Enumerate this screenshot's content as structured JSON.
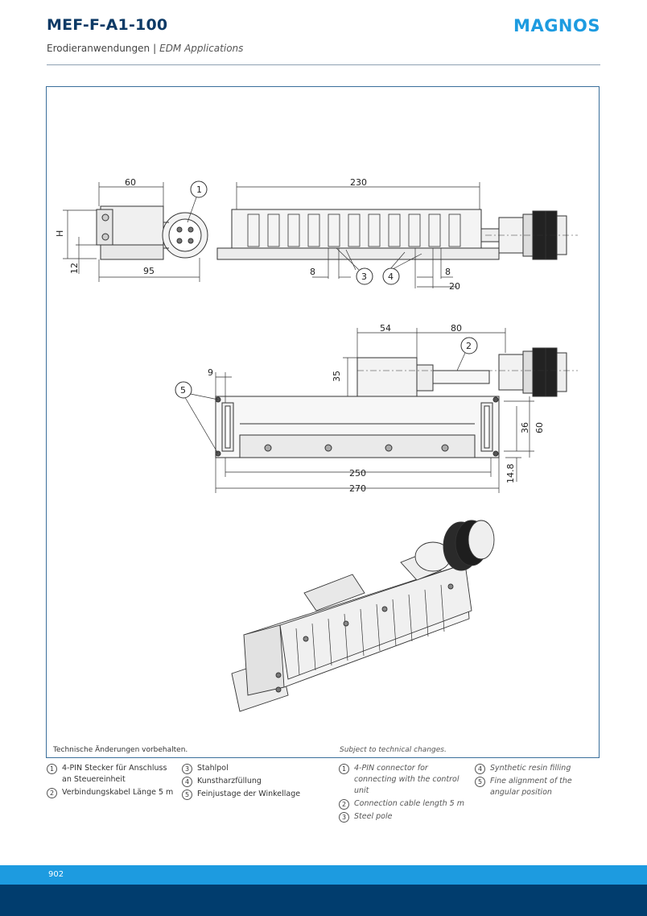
{
  "header": {
    "title": "MEF-F-A1-100",
    "subtitle_de": "Erodieranwendungen",
    "subtitle_sep": "|",
    "subtitle_en": "EDM Applications",
    "logo": "MAGNOS",
    "logo_color": "#1d9be0"
  },
  "drawing": {
    "dims": {
      "d60": "60",
      "dH": "H",
      "d12": "12",
      "d95": "95",
      "d230": "230",
      "d8a": "8",
      "d8b": "8",
      "d20": "20",
      "d54": "54",
      "d80": "80",
      "d35": "35",
      "d9": "9",
      "d36": "36",
      "d60b": "60",
      "d14_8": "14.8",
      "d250": "250",
      "d270": "270"
    },
    "callouts": {
      "c1": "1",
      "c2": "2",
      "c3": "3",
      "c4": "4",
      "c5": "5"
    }
  },
  "notes": {
    "de": "Technische Änderungen vorbehalten.",
    "en": "Subject to technical changes."
  },
  "legend_de": [
    {
      "num": "1",
      "text": "4-PIN Stecker für Anschluss an Steuereinheit"
    },
    {
      "num": "2",
      "text": "Verbindungskabel Länge 5 m"
    },
    {
      "num": "3",
      "text": "Stahlpol"
    },
    {
      "num": "4",
      "text": "Kunstharzfüllung"
    },
    {
      "num": "5",
      "text": "Feinjustage der Winkellage"
    }
  ],
  "legend_en": [
    {
      "num": "1",
      "text": "4-PIN connector for connecting with the control unit"
    },
    {
      "num": "2",
      "text": "Connection cable length 5 m"
    },
    {
      "num": "3",
      "text": "Steel pole"
    },
    {
      "num": "4",
      "text": "Synthetic resin filling"
    },
    {
      "num": "5",
      "text": "Fine alignment of the angular position"
    }
  ],
  "footer": {
    "page": "902"
  },
  "colors": {
    "accent": "#1d9be0",
    "dark": "#013d6e",
    "frame": "#3a6f9b"
  }
}
